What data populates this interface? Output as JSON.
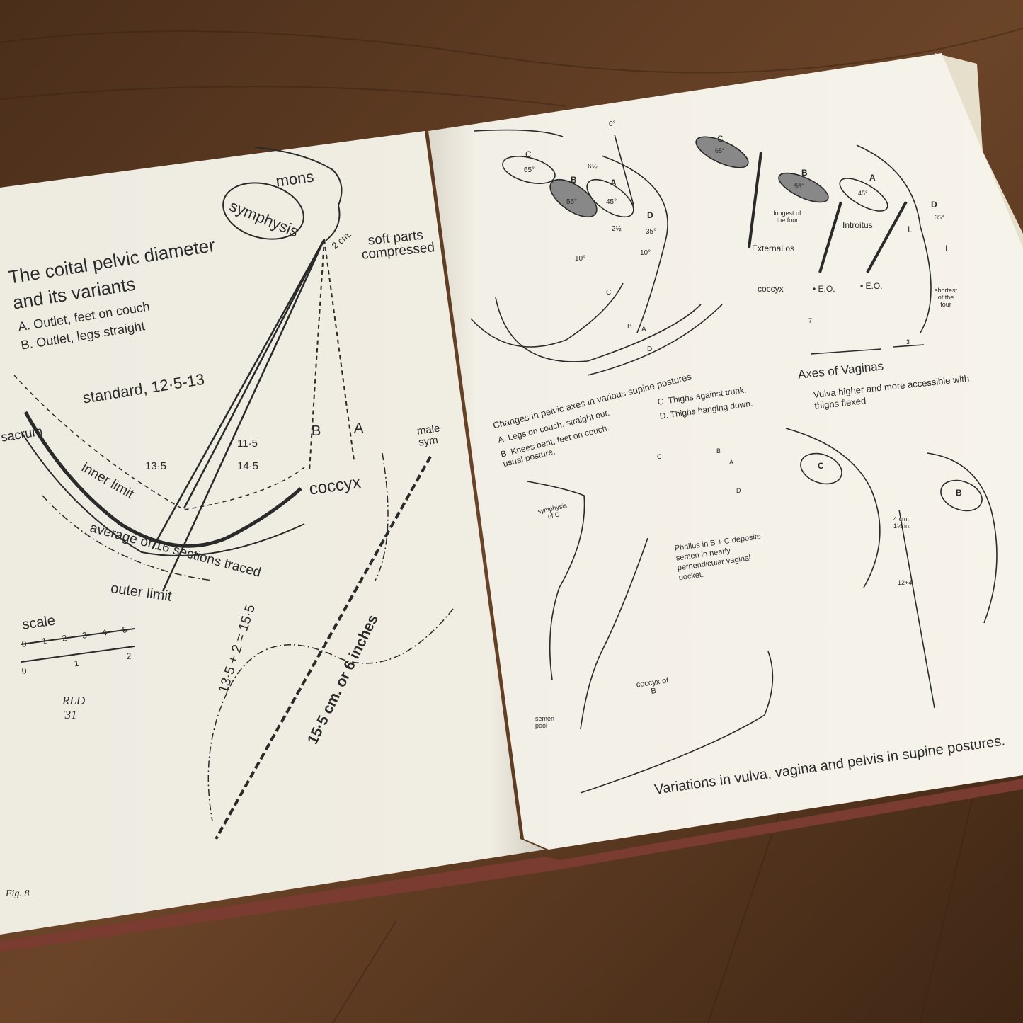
{
  "colors": {
    "wood": "#5a3a22",
    "page": "#f3f0e6",
    "ink": "#2a2a2a",
    "cover": "#7a3b30"
  },
  "left_page": {
    "title_line1": "The coital pelvic diameter",
    "title_line2": "and its variants",
    "variant_a": "A. Outlet, feet on couch",
    "variant_b": "B. Outlet, legs straight",
    "labels": {
      "mons": "mons",
      "symphysis": "symphysis",
      "two_cm": "2 cm.",
      "soft_parts": "soft parts compressed",
      "standard": "standard, 12·5-13",
      "sacrum": "sacrum",
      "b": "B",
      "a": "A",
      "male_sym": "male sym",
      "m13_5": "13·5",
      "m11_5": "11·5",
      "m14_5": "14·5",
      "inner_limit": "inner limit",
      "coccyx": "coccyx",
      "average": "average of 16 sections traced",
      "outer_limit": "outer limit",
      "equation": "13·5 + 2 = 15·5",
      "result": "15·5 cm. or 6 inches",
      "scale": "scale",
      "scale_top": [
        "0",
        "1",
        "2",
        "3",
        "4",
        "5"
      ],
      "scale_bottom": [
        "0",
        "1",
        "2"
      ],
      "signature": "RLD '31"
    },
    "fig": "Fig. 8"
  },
  "right_page": {
    "diagram1": {
      "labels": [
        "C",
        "65°",
        "6½",
        "B",
        "55°",
        "A",
        "45°",
        "2½",
        "D",
        "35°",
        "10°",
        "10°",
        "C",
        "B",
        "A",
        "D",
        "0°"
      ],
      "caption": "Changes in pelvic axes in various supine postures",
      "legend": [
        "A. Legs on couch, straight out.",
        "B. Knees bent, feet on couch. usual posture.",
        "C. Thighs against trunk.",
        "D. Thighs hanging down."
      ]
    },
    "diagram2": {
      "labels": [
        "C",
        "65°",
        "B",
        "55°",
        "A",
        "45°",
        "D",
        "35°",
        "longest of the four",
        "External os",
        "Introitus",
        "I.",
        "I.",
        "coccyx",
        "• E.O.",
        "• E.O.",
        "shortest of the four",
        "7",
        "3"
      ],
      "caption": "Axes of Vaginas"
    },
    "diagram3": {
      "caption": "Vulva higher and more accessible with thighs flexed",
      "labels": [
        "C",
        "B",
        "A",
        "D",
        "symphysis of C",
        "Phallus in B + C deposits semen in nearly perpendicular vaginal pocket.",
        "coccyx of B",
        "semen pool",
        "C",
        "B",
        "4 cm. 1½ in.",
        "12+4"
      ]
    },
    "footer": "Variations in vulva, vagina and pelvis in supine postures."
  }
}
